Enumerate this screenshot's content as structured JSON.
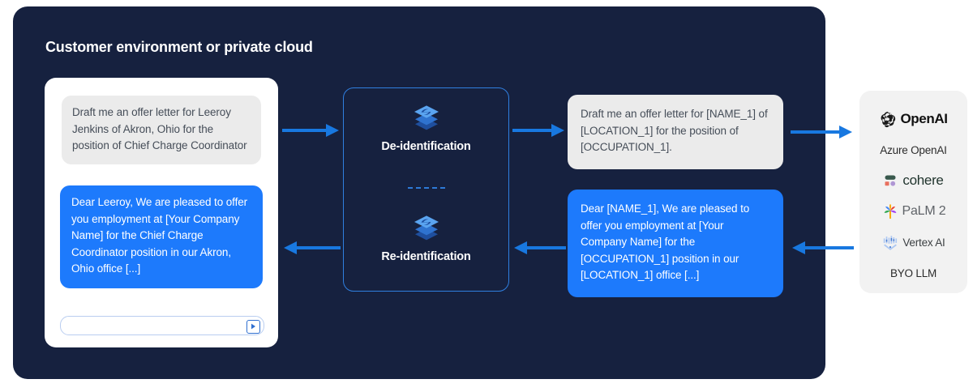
{
  "colors": {
    "panel_bg": "#16213f",
    "accent_blue": "#1d7afc",
    "arrow_blue": "#1878e0",
    "box_border": "#2f7fe0",
    "bubble_grey": "#ebebeb",
    "llm_panel_bg": "#f2f2f2",
    "page_bg": "#ffffff"
  },
  "environment": {
    "title": "Customer environment or private cloud"
  },
  "chat_card": {
    "user_message": "Draft me an offer letter for Leeroy Jenkins of Akron, Ohio for the position of Chief Charge Coordinator",
    "assistant_message": "Dear Leeroy, We are pleased to offer you employment at [Your Company Name] for the Chief Charge Coordinator position in our Akron, Ohio office [...]",
    "composer": {
      "value": "",
      "placeholder": "",
      "send_icon": "send-triangle-icon"
    }
  },
  "processing": {
    "steps": [
      {
        "label": "De-identification",
        "icon": "layers-icon"
      },
      {
        "label": "Re-identification",
        "icon": "layers-icon"
      }
    ],
    "divider": "dashed-divider"
  },
  "deidentified": {
    "request": "Draft me an offer letter for [NAME_1] of [LOCATION_1] for the position of [OCCUPATION_1].",
    "response": "Dear [NAME_1], We are pleased to offer you employment at [Your Company Name] for the [OCCUPATION_1] position in our [LOCATION_1] office [...]"
  },
  "arrows": [
    {
      "name": "arrow-chat-to-deidentification",
      "direction": "right"
    },
    {
      "name": "arrow-deidentification-to-request",
      "direction": "right"
    },
    {
      "name": "arrow-request-to-llm",
      "direction": "right"
    },
    {
      "name": "arrow-llm-to-response",
      "direction": "left"
    },
    {
      "name": "arrow-response-to-reidentification",
      "direction": "left"
    },
    {
      "name": "arrow-reidentification-to-chat",
      "direction": "left"
    }
  ],
  "llm_providers": [
    {
      "label": "OpenAI",
      "icon": "openai-logo-icon",
      "has_icon": true
    },
    {
      "label": "Azure OpenAI",
      "icon": "",
      "has_icon": false
    },
    {
      "label": "cohere",
      "icon": "cohere-logo-icon",
      "has_icon": true
    },
    {
      "label": "PaLM 2",
      "icon": "palm-logo-icon",
      "has_icon": true
    },
    {
      "label": "Vertex AI",
      "icon": "vertex-ai-logo-icon",
      "has_icon": true
    },
    {
      "label": "BYO LLM",
      "icon": "",
      "has_icon": false
    }
  ]
}
